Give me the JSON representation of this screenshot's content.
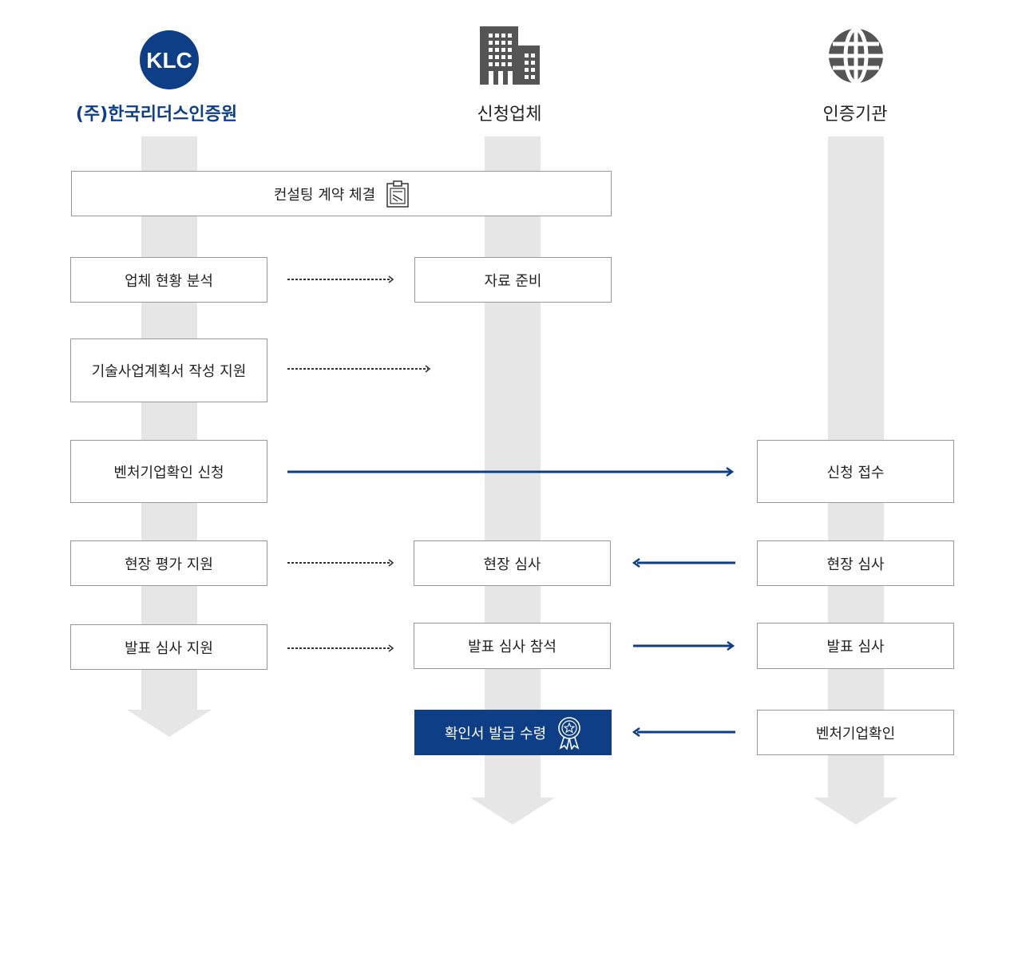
{
  "actors": {
    "klc": {
      "logo_text": "KLC",
      "label": "(주)한국리더스인증원",
      "icon": "klc-logo"
    },
    "applicant": {
      "label": "신청업체",
      "icon": "building-icon"
    },
    "certifier": {
      "label": "인증기관",
      "icon": "globe-icon"
    }
  },
  "steps": {
    "contract": {
      "label": "컨설팅 계약 체결",
      "icon": "clipboard-icon"
    },
    "analysis": {
      "label": "업체 현황 분석"
    },
    "prepare_docs": {
      "label": "자료 준비"
    },
    "business_plan": {
      "label": "기술사업계획서 작성 지원"
    },
    "apply": {
      "label": "벤처기업확인 신청"
    },
    "receive": {
      "label": "신청 접수"
    },
    "site_support": {
      "label": "현장 평가 지원"
    },
    "site_review_applicant": {
      "label": "현장 심사"
    },
    "site_review_certifier": {
      "label": "현장 심사"
    },
    "presentation_support": {
      "label": "발표 심사 지원"
    },
    "presentation_attend": {
      "label": "발표 심사 참석"
    },
    "presentation_review": {
      "label": "발표 심사"
    },
    "receive_certificate": {
      "label": "확인서 발급 수령",
      "icon": "award-ribbon-icon"
    },
    "venture_confirmed": {
      "label": "벤처기업확인"
    }
  },
  "colors": {
    "brand": "#0e3e85",
    "lane": "#e6e6e6",
    "border": "#999999",
    "dotted_arrow": "#333333",
    "icon_gray": "#555555"
  }
}
